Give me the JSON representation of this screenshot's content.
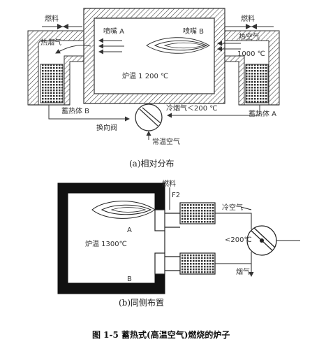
{
  "diagram_a": {
    "fuel_left": "燃料",
    "fuel_right": "燃料",
    "hot_flue_gas": "热烟气",
    "nozzle_a": "喷嘴 A",
    "nozzle_b": "喷嘴 B",
    "hot_air": "热空气",
    "air_temp": "1000 ℃",
    "furnace_temp": "炉温 1 200 ℃",
    "cold_flue_gas": "冷烟气＜200 ℃",
    "regenerator_b": "蓄热体 B",
    "regenerator_a": "蓄热体 A",
    "reversing_valve": "换向阀",
    "normal_temp_air": "常温空气",
    "caption": "(a)相对分布"
  },
  "diagram_b": {
    "fuel": "燃料",
    "f2": "F2",
    "cold_air": "冷空气",
    "point_a": "A",
    "furnace_temp": "炉温 1300℃",
    "flue_temp": "<200℃",
    "point_b": "B",
    "flue_gas": "烟气",
    "caption": "(b)同侧布置"
  },
  "figure_title": "图 1-5    蓄热式(高温空气)燃烧的炉子"
}
